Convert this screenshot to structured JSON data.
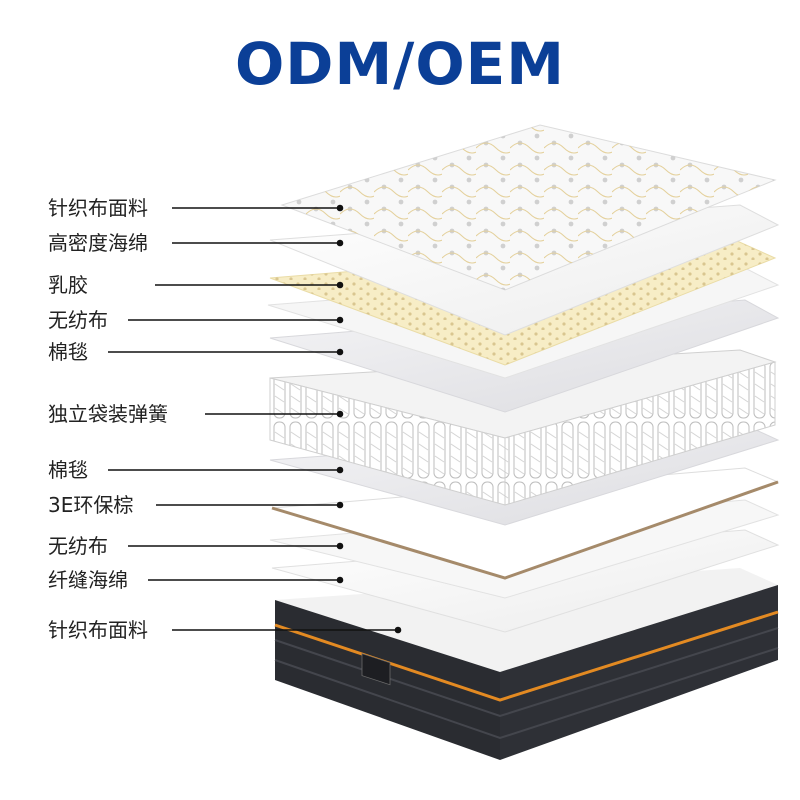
{
  "title": "ODM/OEM",
  "layers": [
    "针织布面料",
    "高密度海绵",
    "乳胶",
    "无纺布",
    "棉毯",
    "独立袋装弹簧",
    "棉毯",
    "3E环保棕",
    "无纺布",
    "纤缝海绵",
    "针织布面料"
  ],
  "colors": {
    "title": "#0b3f97",
    "leader": "#111111",
    "latex": "#f7edc6",
    "coir_edge": "#a58a6a",
    "base": "#2a2c31",
    "base_stripe": "#e38a22"
  }
}
